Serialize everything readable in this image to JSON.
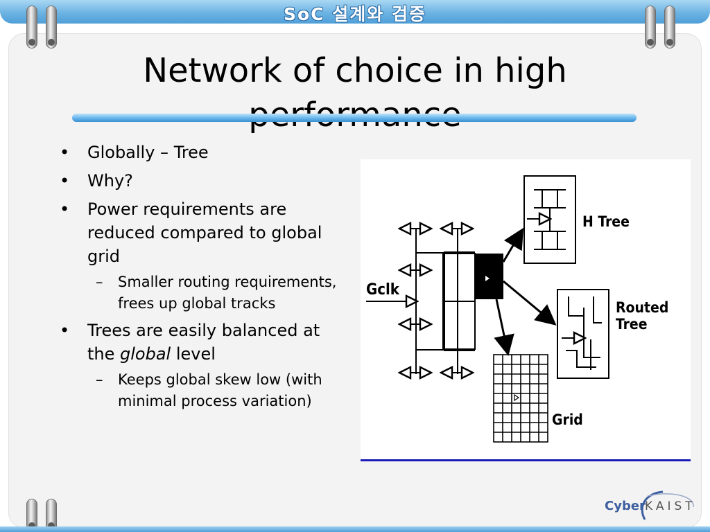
{
  "header": {
    "banner_title": "SoC 설계와 검증"
  },
  "slide": {
    "title": "Network of choice in high performance",
    "bullets": [
      {
        "level": 1,
        "text": "Globally – Tree"
      },
      {
        "level": 1,
        "text": "Why?"
      },
      {
        "level": 1,
        "text": "Power requirements are reduced compared to global grid"
      },
      {
        "level": 2,
        "text": "Smaller routing requirements, frees up global tracks"
      },
      {
        "level": 1,
        "text_before": "Trees are easily balanced at the ",
        "text_italic": "global",
        "text_after": " level"
      },
      {
        "level": 2,
        "text": "Keeps global skew low (with minimal process variation)"
      }
    ],
    "bullet_mark": "•",
    "sub_bullet_mark": "–"
  },
  "figure": {
    "labels": {
      "input": "Gclk",
      "h_tree": "H Tree",
      "routed_tree": "Routed Tree",
      "grid": "Grid"
    }
  },
  "logo": {
    "cyber": "Cyber",
    "kaist": "KAIST"
  },
  "colors": {
    "banner": "#6cb3e3",
    "accent_bar": "#5fb0ea",
    "figure_underline": "#1a1ab8",
    "panel": "#f3f3f3"
  }
}
